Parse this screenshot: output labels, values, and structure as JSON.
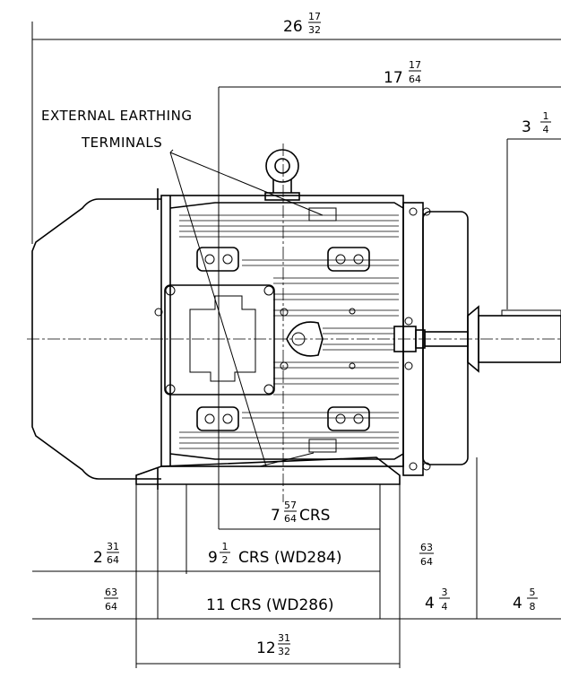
{
  "labels": {
    "earthing_line1": "EXTERNAL EARTHING",
    "earthing_line2": "TERMINALS"
  },
  "dimensions": {
    "overall_length": {
      "whole": "26",
      "num": "17",
      "den": "32"
    },
    "shaft_to_end": {
      "whole": "17",
      "num": "17",
      "den": "64"
    },
    "shaft_extension": {
      "whole": "3",
      "num": "1",
      "den": "4"
    },
    "crs_7": {
      "whole": "7",
      "num": "57",
      "den": "64",
      "suffix": "CRS"
    },
    "left_offset": {
      "whole": "2",
      "num": "31",
      "den": "64"
    },
    "crs_wd284": {
      "whole": "9",
      "num": "1",
      "den": "2",
      "suffix": "CRS (WD284)"
    },
    "frac_63_64_right": {
      "num": "63",
      "den": "64"
    },
    "frac_63_64_left": {
      "num": "63",
      "den": "64"
    },
    "crs_wd286": {
      "text": "11 CRS (WD286)"
    },
    "dim_4_3_4": {
      "whole": "4",
      "num": "3",
      "den": "4"
    },
    "dim_4_5_8": {
      "whole": "4",
      "num": "5",
      "den": "8"
    },
    "base_width": {
      "whole": "12",
      "num": "31",
      "den": "32"
    }
  }
}
